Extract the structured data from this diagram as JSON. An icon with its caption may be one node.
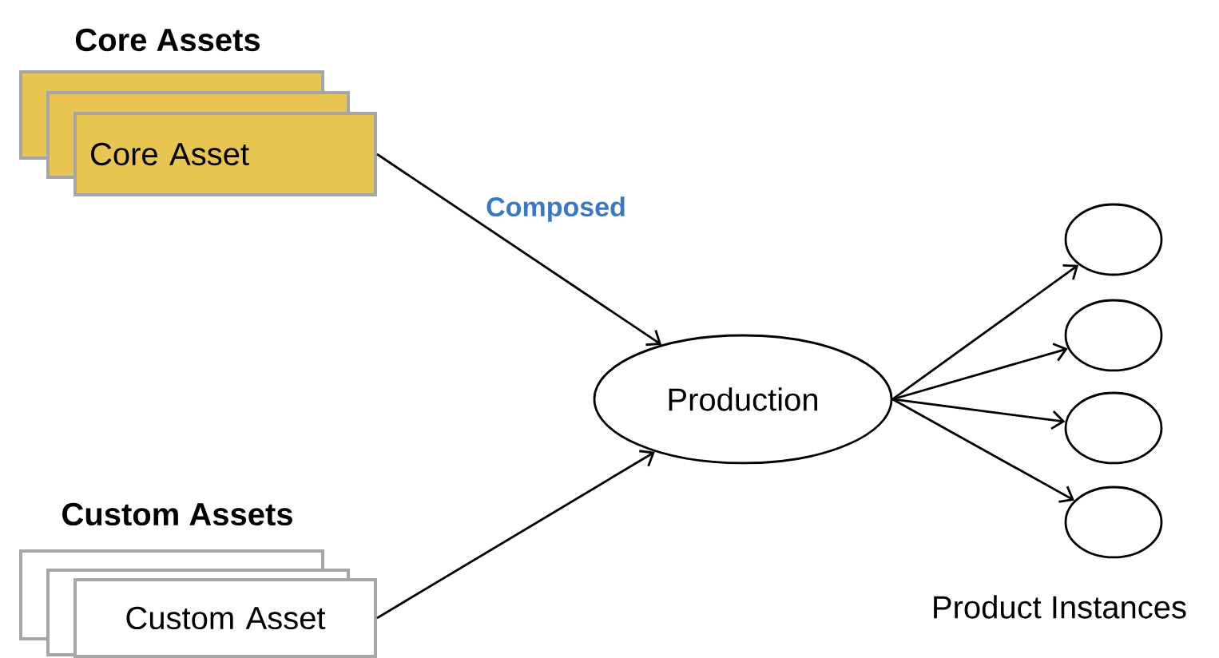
{
  "diagram": {
    "nodes": [
      {
        "text": [
          "Core Asset"
        ]
      },
      {
        "text": [
          "Custom Asset"
        ]
      },
      {
        "text": [
          "Production"
        ]
      },
      {
        "text": [],
        "shape": "circle"
      },
      {
        "text": [],
        "shape": "circle"
      },
      {
        "text": [],
        "shape": "circle"
      },
      {
        "text": [],
        "shape": "circle"
      }
    ],
    "edges": [
      {
        "from": 0,
        "to": 2,
        "arrow": "to",
        "label": "Composed"
      },
      {
        "from": 1,
        "to": 2,
        "arrow": "to"
      },
      {
        "from": 2,
        "to": 3,
        "arrow": "to"
      },
      {
        "from": 2,
        "to": 4,
        "arrow": "to"
      },
      {
        "from": 2,
        "to": 5,
        "arrow": "to"
      },
      {
        "from": 2,
        "to": 6,
        "arrow": "to"
      }
    ],
    "labels": [
      "Core Assets",
      "Custom Assets",
      "Product Instances"
    ]
  }
}
